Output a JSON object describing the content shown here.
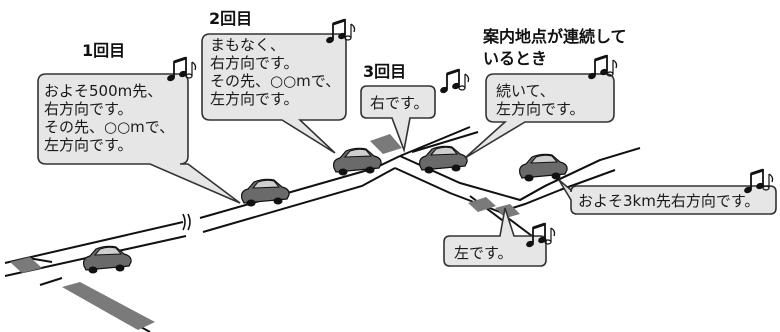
{
  "headings": {
    "first": "1回目",
    "second": "2回目",
    "third": "3回目",
    "continuous_line1": "案内地点が連続して",
    "continuous_line2": "いるとき"
  },
  "bubbles": {
    "first": [
      "およそ500m先、",
      "右方向です。",
      "その先、○○mで、",
      "左方向です。"
    ],
    "second": [
      "まもなく、",
      "右方向です。",
      "その先、○○mで、",
      "左方向です。"
    ],
    "third": [
      "右です。"
    ],
    "continuous": [
      "続いて、",
      "左方向です。"
    ],
    "approach": [
      "およそ3km先右方向です。"
    ],
    "left": [
      "左です。"
    ]
  },
  "icons": {
    "sound": "music-note-icon",
    "vehicle": "car-icon"
  },
  "colors": {
    "bubble_fill": "#e6e6e6",
    "bubble_border": "#333333",
    "road_line": "#111111",
    "crossing": "#777777"
  }
}
